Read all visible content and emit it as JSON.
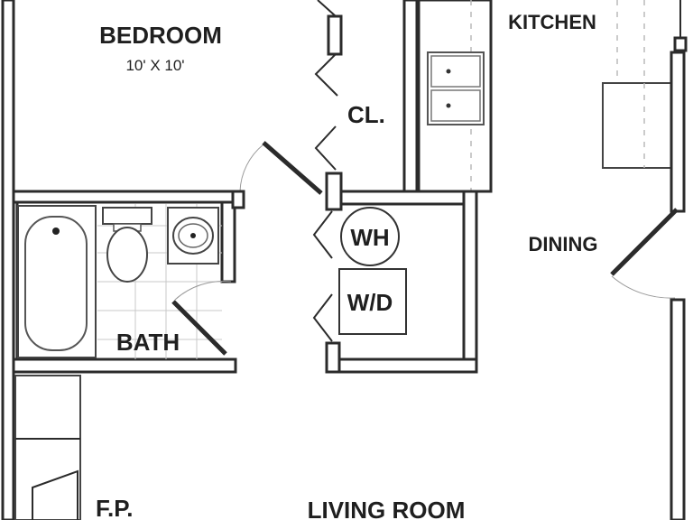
{
  "rooms": {
    "bedroom": {
      "name": "BEDROOM",
      "size": "10' X 10'"
    },
    "closet": "CL.",
    "kitchen": "KITCHEN",
    "dining": "DINING",
    "bath": "BATH",
    "living_room": "LIVING ROOM",
    "fireplace": "F.P."
  },
  "fixtures": {
    "water_heater": "WH",
    "washer_dryer": "W/D"
  }
}
